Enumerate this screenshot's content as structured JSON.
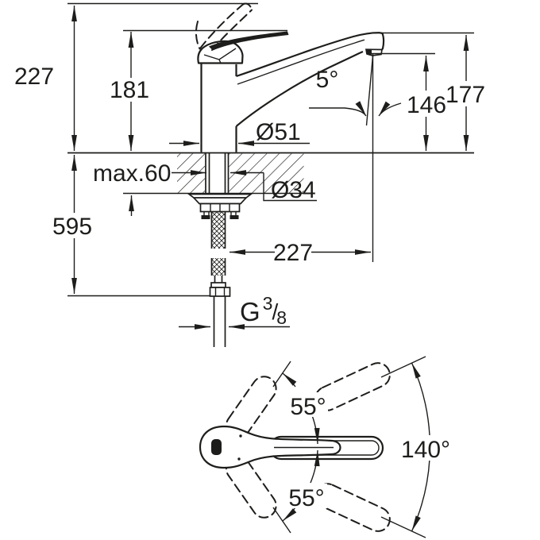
{
  "drawing": {
    "side_view": {
      "total_height": "227",
      "height_to_spout_top": "181",
      "height_below_counter": "595",
      "max_counter_thickness": "max.60",
      "base_diameter": "Ø51",
      "hole_diameter": "Ø34",
      "stream_angle": "5°",
      "outlet_height": "146",
      "spout_end_height": "177",
      "spout_reach": "227",
      "thread": {
        "prefix": "G",
        "numerator": "3",
        "slash": "/",
        "denominator": "8"
      }
    },
    "top_view": {
      "lever_swing_upper": "55°",
      "lever_swing_lower": "55°",
      "spout_swivel_range": "140°"
    },
    "colors": {
      "line": "#1d1d1b",
      "background": "#ffffff"
    }
  }
}
